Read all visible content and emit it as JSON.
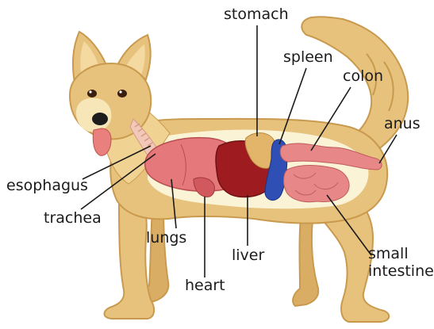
{
  "labels": {
    "stomach": "stomach",
    "spleen": "spleen",
    "colon": "colon",
    "anus": "anus",
    "esophagus": "esophagus",
    "trachea": "trachea",
    "lungs": "lungs",
    "liver": "liver",
    "heart": "heart",
    "small_intestine_line1": "small",
    "small_intestine_line2": "intestine"
  },
  "colors": {
    "fur": "#e6c27c",
    "fur_light": "#f7e6b8",
    "fur_shadow": "#c99a4e",
    "body_cavity": "#fbf3d6",
    "lungs": "#e5787a",
    "heart": "#d1585c",
    "liver": "#9e1c1f",
    "stomach": "#e2b56a",
    "spleen": "#2f4fb5",
    "intestine": "#e88787",
    "leader_line": "#1b1b1b"
  }
}
